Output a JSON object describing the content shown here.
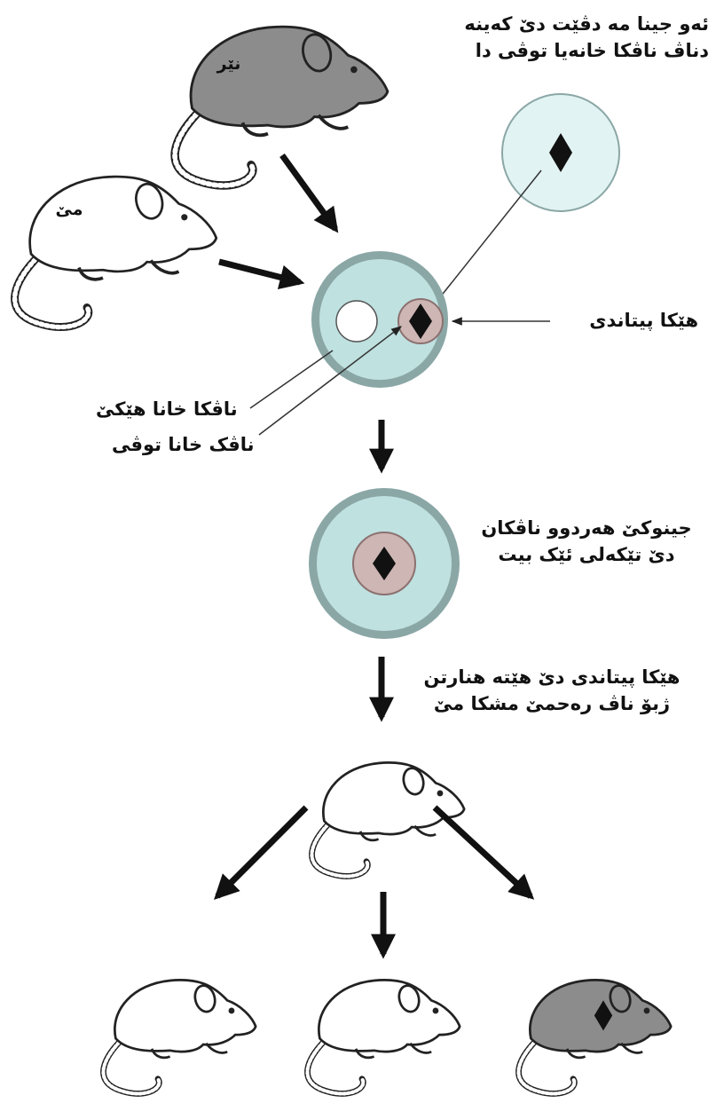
{
  "colors": {
    "ink": "#111111",
    "cell_fill": "#bfe1e0",
    "cell_border": "#8aa7a6",
    "donor_cell_fill": "#e2f3f3",
    "nucleus_fill": "#cdb6b4",
    "nucleus_border": "#8c7170",
    "gray_rat": "#8c8c8c",
    "white_rat": "#ffffff"
  },
  "icons": {
    "nucleus_marker": "diamond-icon",
    "rat": "rat-icon",
    "arrow": "arrow-icon"
  },
  "labels": {
    "male_tag": "نێر",
    "female_tag": "مێ",
    "gene_text": [
      "ئەو جینا مە دڤێت دێ کەینە",
      "دناڤ ناڤکا خانەیا توڤی دا"
    ],
    "egg_cell": "هێکا پیتاندی",
    "egg_nucleus": "ناڤکا خانا هێکێ",
    "sperm_nucleus": "ناڤک خانا توڤی",
    "fusion_text": [
      "جینوکێ هەردوو ناڤکان",
      "دێ تێکەلی ئێک بیت"
    ],
    "transfer_text": [
      "هێکا پیتاندی دێ هێتە هنارتن",
      "ژبۆ ناڤ رەحمێ مشکا مێ"
    ]
  }
}
